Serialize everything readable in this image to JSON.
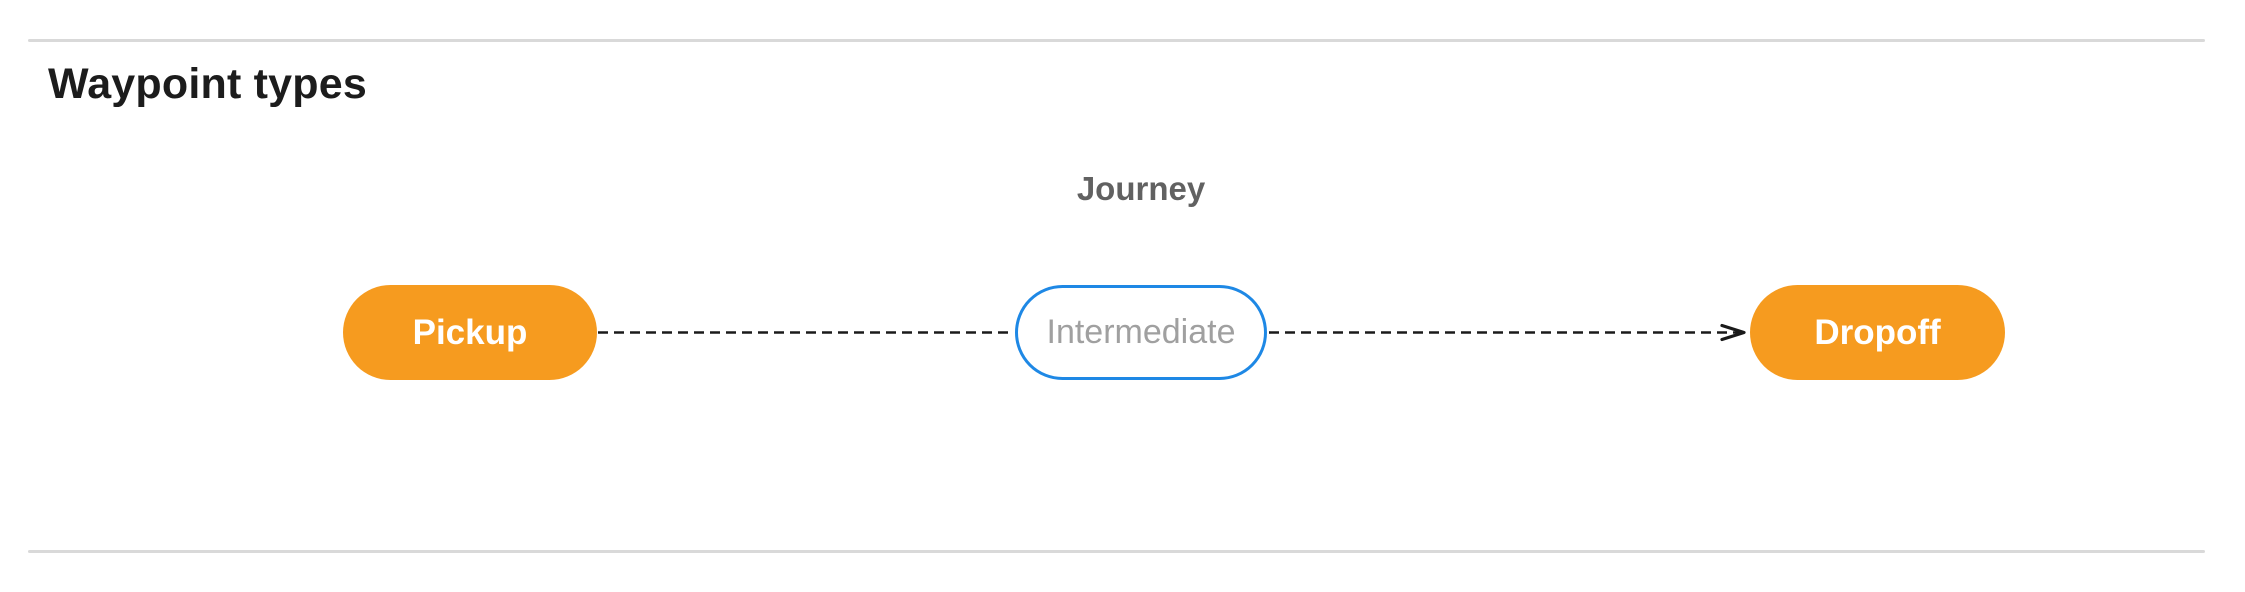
{
  "section": {
    "heading": "Waypoint types"
  },
  "diagram": {
    "group_label": "Journey",
    "nodes": [
      {
        "id": "pickup",
        "label": "Pickup",
        "type": "terminal"
      },
      {
        "id": "intermediate",
        "label": "Intermediate",
        "type": "intermediate"
      },
      {
        "id": "dropoff",
        "label": "Dropoff",
        "type": "terminal"
      }
    ],
    "connectors": [
      {
        "from": "pickup",
        "to": "intermediate",
        "style": "dashed",
        "arrowhead": false
      },
      {
        "from": "intermediate",
        "to": "dropoff",
        "style": "dashed",
        "arrowhead": true
      }
    ],
    "colors": {
      "terminal_fill": "#F69B1F",
      "terminal_text": "#FFFFFF",
      "intermediate_fill": "#FFFFFF",
      "intermediate_border": "#1E88E5",
      "intermediate_text": "#A0A0A0",
      "journey_label_text": "#616161",
      "connector_stroke": "#1A1A1A",
      "heading_text": "#1C1C1C",
      "divider": "#D9D9D9"
    }
  }
}
